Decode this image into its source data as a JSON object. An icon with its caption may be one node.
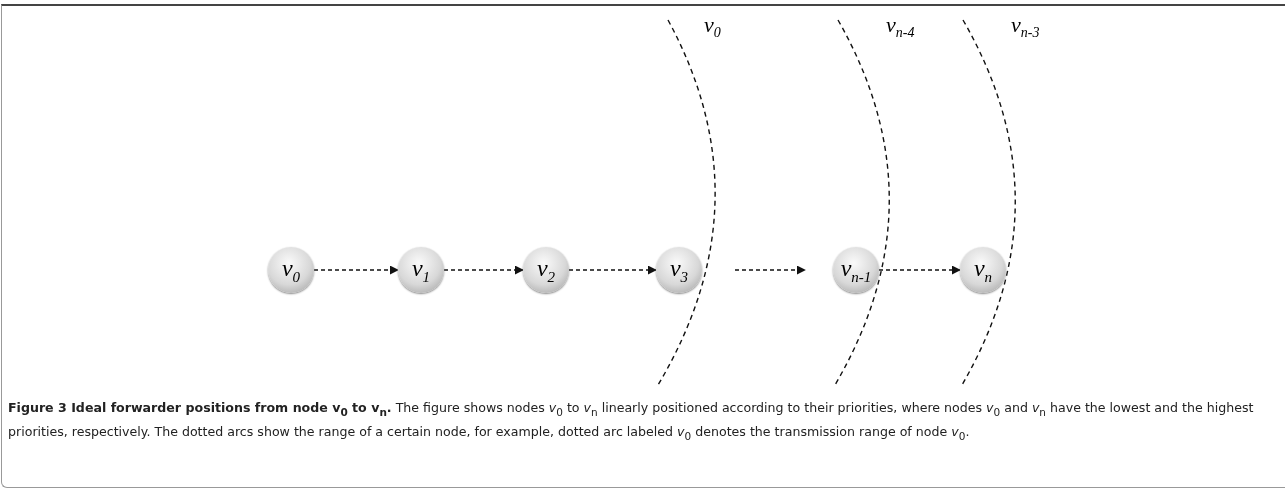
{
  "diagram": {
    "caption": "**Figure 3 Ideal forwarder positions from node v$_{0}$ to v$_{n}$.** The figure shows nodes *v*$_{0}$ to *v*$_{n}$ linearly positioned according to their priorities, where nodes *v*$_{0}$ and *v*$_{n}$ have the lowest and the highest priorities, respectively. The dotted arcs show the range of a certain node, for example, dotted arc labeled *v*$_{0}$ denotes the transmission range of node *v*$_{0}$.",
    "nodes": [
      {
        "text": [
          "v$_{0}$"
        ]
      },
      {
        "text": [
          "v$_{1}$"
        ]
      },
      {
        "text": [
          "v$_{2}$"
        ]
      },
      {
        "text": [
          "v$_{3}$"
        ]
      },
      {
        "text": [
          "v$_{n-1}$"
        ]
      },
      {
        "text": [
          "v$_{n}$"
        ]
      }
    ],
    "edges": [
      {
        "from": 0,
        "to": 1,
        "arrow": "to",
        "style": "dashed"
      },
      {
        "from": 1,
        "to": 2,
        "arrow": "to",
        "style": "dashed"
      },
      {
        "from": 2,
        "to": 3,
        "arrow": "to",
        "style": "dashed"
      },
      {
        "from": 3,
        "to": 4,
        "arrow": "to",
        "style": "dashed"
      },
      {
        "from": 4,
        "to": 5,
        "arrow": "to",
        "style": "dashed"
      }
    ],
    "labels": [
      "v$_{0}$",
      "v$_{n-4}$",
      "v$_{n-3}$"
    ]
  }
}
